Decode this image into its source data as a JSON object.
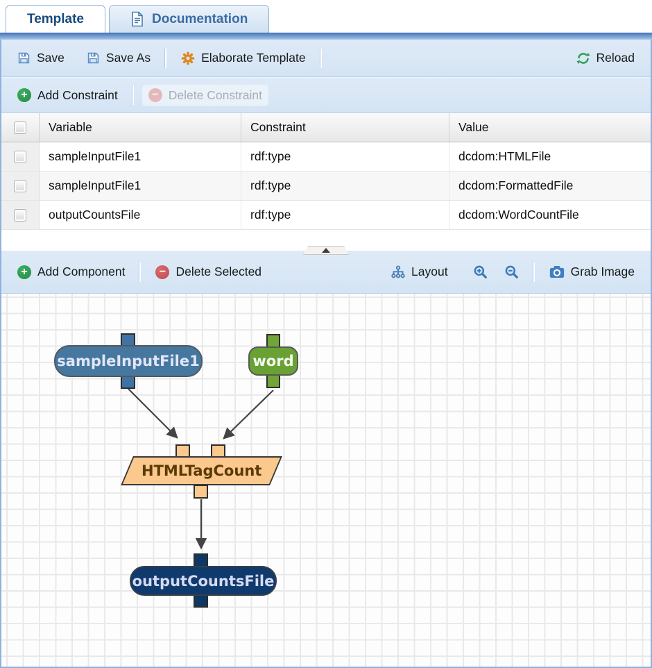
{
  "tabs": {
    "template_label": "Template",
    "documentation_label": "Documentation"
  },
  "toolbar_main": {
    "save_label": "Save",
    "save_as_label": "Save As",
    "elaborate_label": "Elaborate Template",
    "reload_label": "Reload"
  },
  "toolbar_constraints": {
    "add_label": "Add Constraint",
    "delete_label": "Delete Constraint",
    "delete_disabled": true
  },
  "constraints_table": {
    "columns": {
      "variable": "Variable",
      "constraint": "Constraint",
      "value": "Value"
    },
    "rows": [
      {
        "variable": "sampleInputFile1",
        "constraint": "rdf:type",
        "value": "dcdom:HTMLFile"
      },
      {
        "variable": "sampleInputFile1",
        "constraint": "rdf:type",
        "value": "dcdom:FormattedFile"
      },
      {
        "variable": "outputCountsFile",
        "constraint": "rdf:type",
        "value": "dcdom:WordCountFile"
      }
    ]
  },
  "toolbar_canvas": {
    "add_component_label": "Add Component",
    "delete_selected_label": "Delete Selected",
    "layout_label": "Layout",
    "grab_image_label": "Grab Image"
  },
  "canvas": {
    "nodes": [
      {
        "id": "sampleInputFile1",
        "label": "sampleInputFile1",
        "type": "data-variable",
        "color": "#45779f"
      },
      {
        "id": "word",
        "label": "word",
        "type": "parameter-variable",
        "color": "#69a135"
      },
      {
        "id": "HTMLTagCount",
        "label": "HTMLTagCount",
        "type": "component",
        "color": "#fbc88d"
      },
      {
        "id": "outputCountsFile",
        "label": "outputCountsFile",
        "type": "data-variable",
        "color": "#0f3a6e"
      }
    ],
    "edges": [
      {
        "from": "sampleInputFile1",
        "to": "HTMLTagCount"
      },
      {
        "from": "word",
        "to": "HTMLTagCount"
      },
      {
        "from": "HTMLTagCount",
        "to": "outputCountsFile"
      }
    ]
  },
  "icons": {
    "save": "floppy-disk",
    "elaborate": "gear",
    "reload": "circular-arrows",
    "add": "plus-circle",
    "delete": "minus-circle",
    "layout": "org-tree",
    "zoom_in": "magnifier-plus",
    "zoom_out": "magnifier-minus",
    "grab_image": "camera",
    "documentation": "document-page",
    "splitter": "collapse-triangle"
  },
  "colors": {
    "toolbar_bg": "#d8e6f5",
    "tab_strip": "#4c7ec0",
    "panel_border": "#8fb1de",
    "accent_green": "#1f8c42",
    "accent_red": "#c24d50",
    "accent_orange": "#e0871f",
    "icon_blue": "#3a78b7",
    "arrow": "#444444",
    "node_blue": "#45779f",
    "node_green": "#69a135",
    "node_navy": "#0f3a6e",
    "node_component": "#fbc88d"
  }
}
